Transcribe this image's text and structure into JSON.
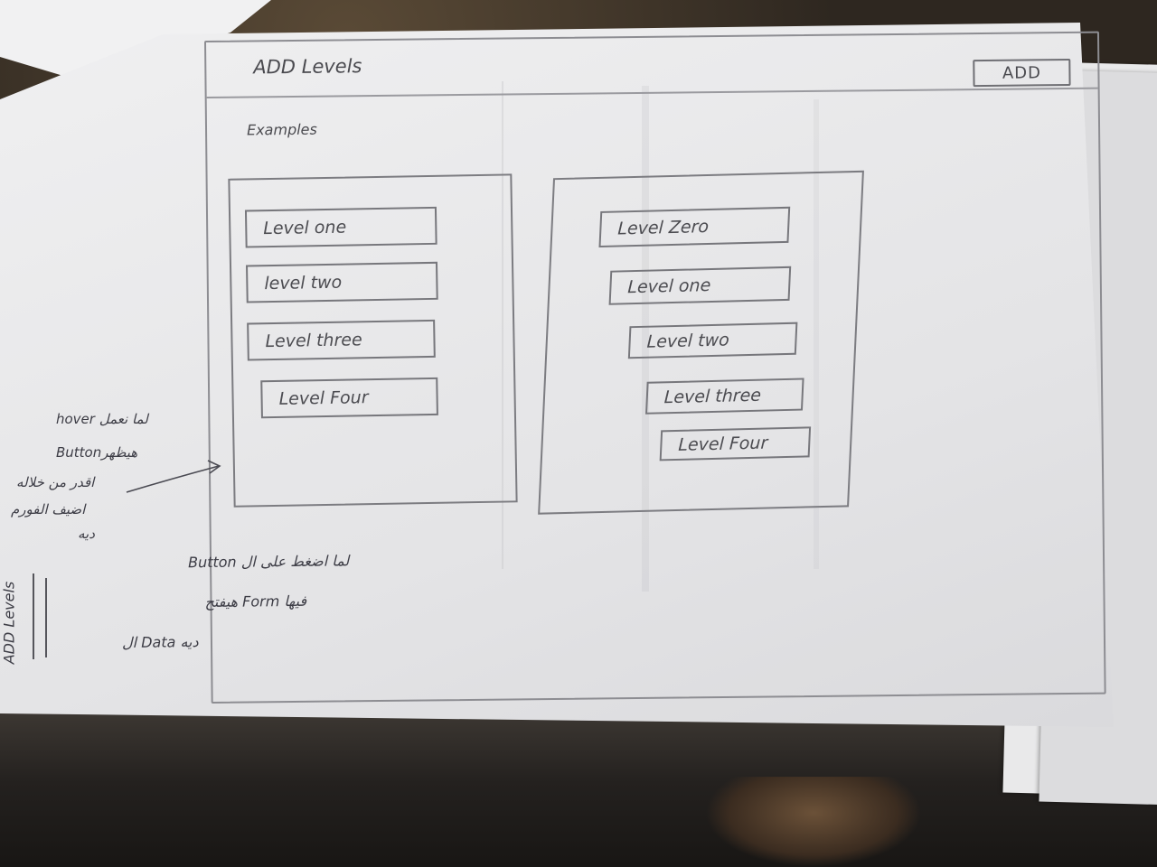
{
  "header": {
    "title": "ADD Levels",
    "add_button_label": "ADD"
  },
  "section_label": "Examples",
  "left_example": {
    "levels": [
      {
        "label": "Level one",
        "indent": 0
      },
      {
        "label": "level two",
        "indent": 0
      },
      {
        "label": "Level three",
        "indent": 0
      },
      {
        "label": "Level Four",
        "indent": 0
      }
    ]
  },
  "right_example": {
    "levels": [
      {
        "label": "Level Zero",
        "indent": 0
      },
      {
        "label": "Level one",
        "indent": 1
      },
      {
        "label": "Level two",
        "indent": 2
      },
      {
        "label": "Level three",
        "indent": 3
      },
      {
        "label": "Level Four",
        "indent": 3
      }
    ]
  },
  "notes": {
    "hover_note": [
      "hover لما نعمل",
      "Buttonهيظهر",
      "اقدر من خلاله",
      "اضيف الفورم",
      "ديه"
    ],
    "click_note": [
      "Button لما اضغط على ال",
      "هيفتح Form فيها",
      "ال Data ديه"
    ],
    "margin_note": "ADD Levels"
  },
  "colors": {
    "pencil": "#4a4a4f",
    "paper": "#ececee",
    "desk": "#2c2622"
  }
}
